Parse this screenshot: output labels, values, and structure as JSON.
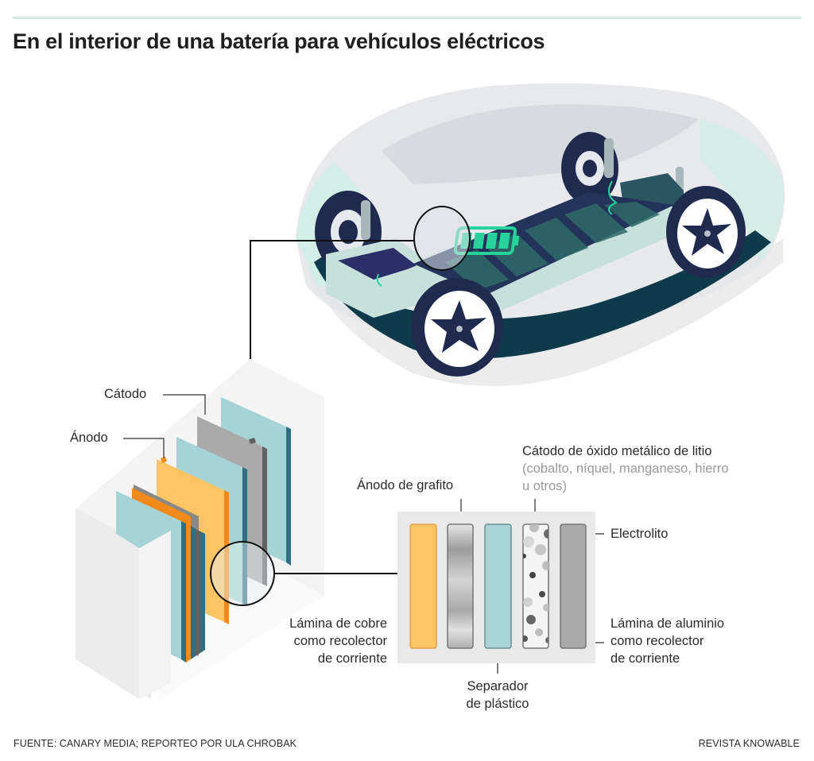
{
  "title": "En el interior de una batería para vehículos eléctricos",
  "cell_labels": {
    "catodo": "Cátodo",
    "anodo": "Ánodo"
  },
  "detail_labels": {
    "anodo_grafito": "Ánodo de grafito",
    "catodo_oxido": "Cátodo de óxido metálico de litio",
    "catodo_oxido_note_line1": "(cobalto, níquel, manganeso, hierro",
    "catodo_oxido_note_line2": "u otros)",
    "electrolito": "Electrolito",
    "cobre_line1": "Lámina de cobre",
    "cobre_line2": "como recolector",
    "cobre_line3": "de corriente",
    "aluminio_line1": "Lámina de aluminio",
    "aluminio_line2": "como recolector",
    "aluminio_line3": "de corriente",
    "separador_line1": "Separador",
    "separador_line2": "de plástico"
  },
  "layers": [
    {
      "name": "copper-foil",
      "color": "#fdc464",
      "border": "#e9a04a"
    },
    {
      "name": "graphite-anode",
      "color": "#c9c9c9",
      "border": "#777777"
    },
    {
      "name": "plastic-separator",
      "color": "#a8d4d8",
      "border": "#6b8f93"
    },
    {
      "name": "lithium-metal-oxide-cathode",
      "color": "#f2f2f2",
      "border": "#777777"
    },
    {
      "name": "aluminum-foil",
      "color": "#a9a9a9",
      "border": "#777777"
    }
  ],
  "colors": {
    "teal_plate": "#a6d3d6",
    "teal_edge": "#2f6f84",
    "orange_plate": "#fdc464",
    "orange_edge": "#f08a1c",
    "gray_plate": "#aaaaaa",
    "gray_edge": "#606060",
    "battery_green": "#27d39a",
    "car_dark": "#1f2a4f",
    "chassis_dark": "#0f3a4a"
  },
  "footer": {
    "source": "FUENTE: CANARY MEDIA; REPORTEO POR ULA CHROBAK",
    "publisher": "REVISTA KNOWABLE"
  }
}
